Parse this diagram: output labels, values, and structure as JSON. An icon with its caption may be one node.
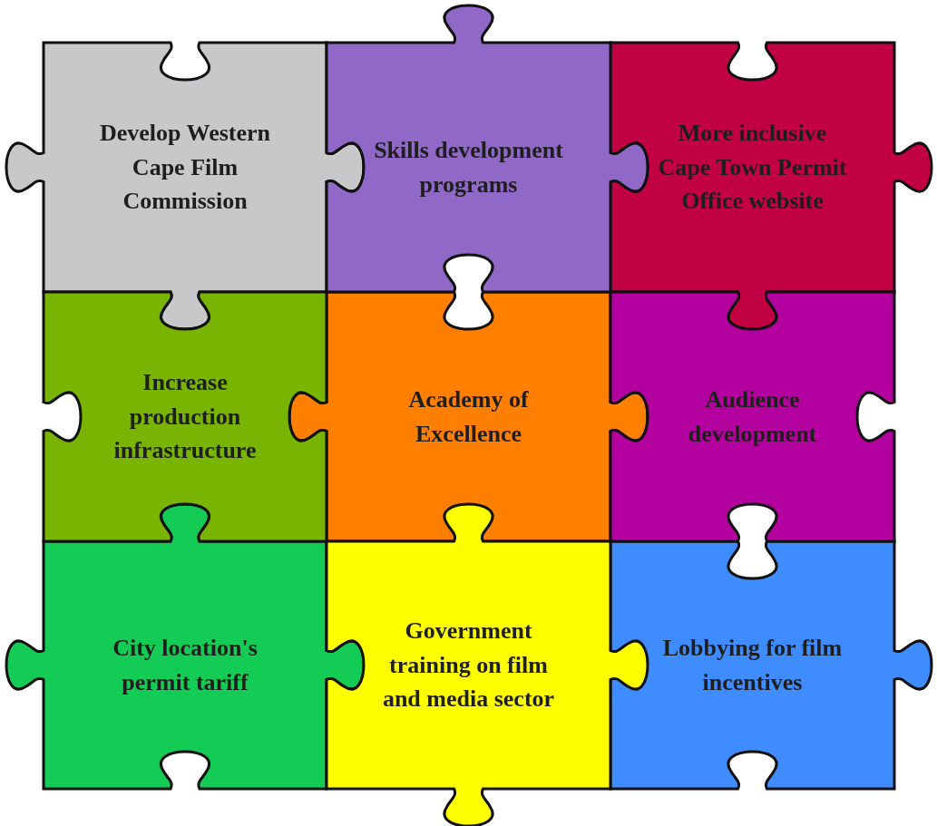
{
  "diagram": {
    "nodes": [
      {
        "text": [
          "Develop Western Cape Film Commission"
        ]
      },
      {
        "text": [
          "Skills development programs"
        ]
      },
      {
        "text": [
          "More inclusive Cape Town Permit Office website"
        ]
      },
      {
        "text": [
          "Increase production infrastructure"
        ]
      },
      {
        "text": [
          "Academy of Excellence"
        ]
      },
      {
        "text": [
          "Audience development"
        ]
      },
      {
        "text": [
          "City location's permit tariff"
        ]
      },
      {
        "text": [
          "Government training on film and media sector"
        ]
      },
      {
        "text": [
          "Lobbying for film incentives"
        ]
      }
    ]
  }
}
